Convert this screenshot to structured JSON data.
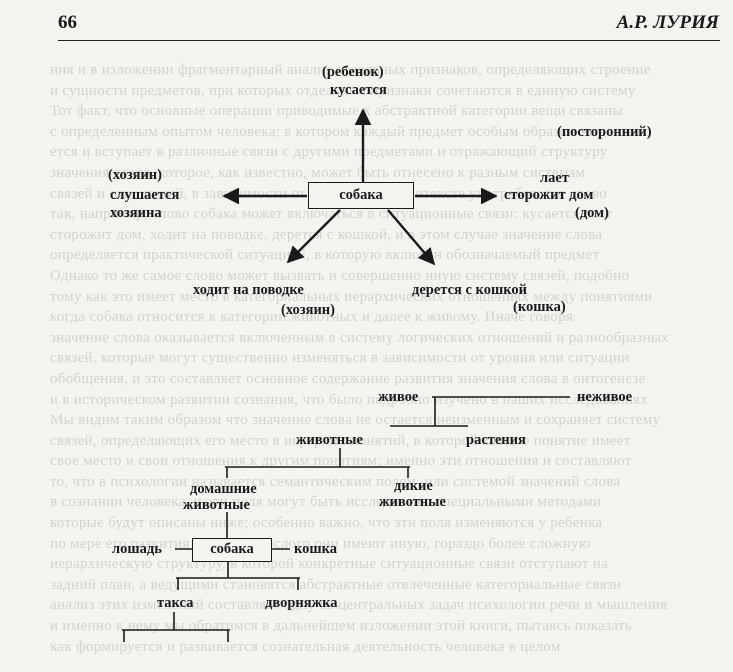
{
  "header": {
    "page_number": "66",
    "author": "А.Р. ЛУРИЯ"
  },
  "diagram1": {
    "center": "собака",
    "top": {
      "tag": "(ребенок)",
      "label": "кусается"
    },
    "left": {
      "tag": "(хозяин)",
      "label_line1": "слушается",
      "label_line2": "хозяина"
    },
    "right": {
      "tag": "(посторонний)",
      "label_line1": "лает",
      "label_line2": "сторожит дом",
      "tag2": "(дом)"
    },
    "bottom_left": {
      "label": "ходит на поводке",
      "tag": "(хозяин)"
    },
    "bottom_right": {
      "label": "дерется с кошкой",
      "tag": "(кошка)"
    }
  },
  "diagram2": {
    "alive": "живое",
    "nonliving": "неживое",
    "animals": "животные",
    "plants": "растения",
    "domestic_line1": "домашние",
    "domestic_line2": "животные",
    "wild_line1": "дикие",
    "wild_line2": "животные",
    "horse": "лошадь",
    "dog": "собака",
    "cat": "кошка",
    "dachshund": "такса",
    "mongrel": "дворняжка"
  }
}
